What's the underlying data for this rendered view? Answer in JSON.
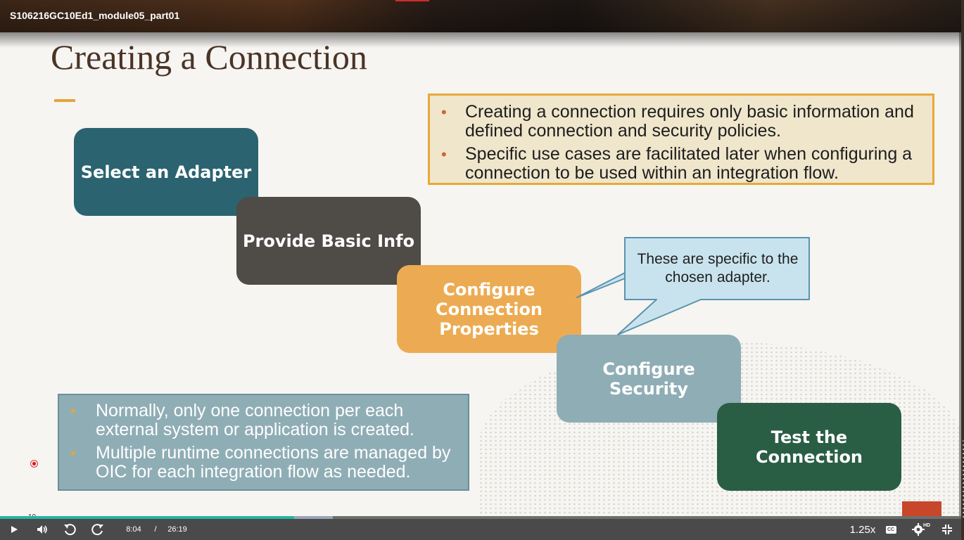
{
  "player": {
    "video_title": "S106216GC10Ed1_module05_part01",
    "current_time": "8:04",
    "separator": "/",
    "duration": "26:19",
    "speed": "1.25x",
    "cc_label": "CC",
    "hd_label": "HD",
    "played_fraction": 0.306,
    "buffered_fraction": 0.346
  },
  "slide": {
    "title": "Creating a Connection",
    "slide_number": "10",
    "info_bullets": [
      "Creating a connection requires only basic information and defined connection and security policies.",
      "Specific use cases are facilitated later when configuring a connection to be used within an integration flow."
    ],
    "steps": [
      {
        "lines": [
          "Select an Adapter"
        ],
        "color": "#2b6370"
      },
      {
        "lines": [
          "Provide Basic Info"
        ],
        "color": "#4f4b47"
      },
      {
        "lines": [
          "Configure",
          "Connection",
          "Properties"
        ],
        "color": "#ecab52"
      },
      {
        "lines": [
          "Configure",
          "Security"
        ],
        "color": "#8fadb5"
      },
      {
        "lines": [
          "Test the",
          "Connection"
        ],
        "color": "#2a5e44"
      }
    ],
    "callout": "These are specific to the chosen adapter.",
    "note_bullets": [
      "Normally, only one connection per each external system or application is created.",
      "Multiple runtime connections are managed by OIC for each integration flow as needed."
    ]
  }
}
